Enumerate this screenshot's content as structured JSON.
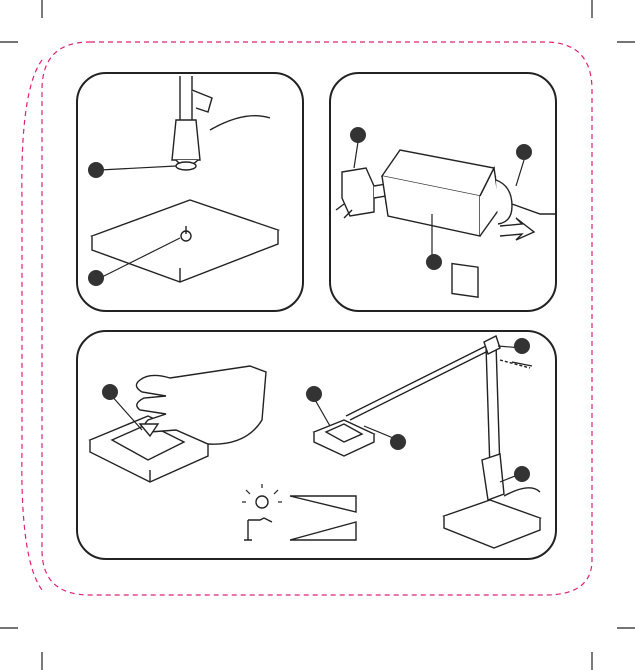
{
  "colors": {
    "fold_line": "#e0207a",
    "outline": "#222222",
    "marker": "#333333",
    "background": "#ffffff"
  },
  "panels": [
    {
      "id": "base-assembly",
      "markers": 2
    },
    {
      "id": "power-adapter",
      "markers": 3
    },
    {
      "id": "touch-dimmer",
      "markers": 5
    }
  ],
  "icons": [
    "lamp-base-icon",
    "lamp-arm-icon",
    "plug-icon",
    "adapter-icon",
    "hand-icon",
    "sun-icon",
    "lamp-small-icon",
    "brightness-wedge-icon"
  ]
}
